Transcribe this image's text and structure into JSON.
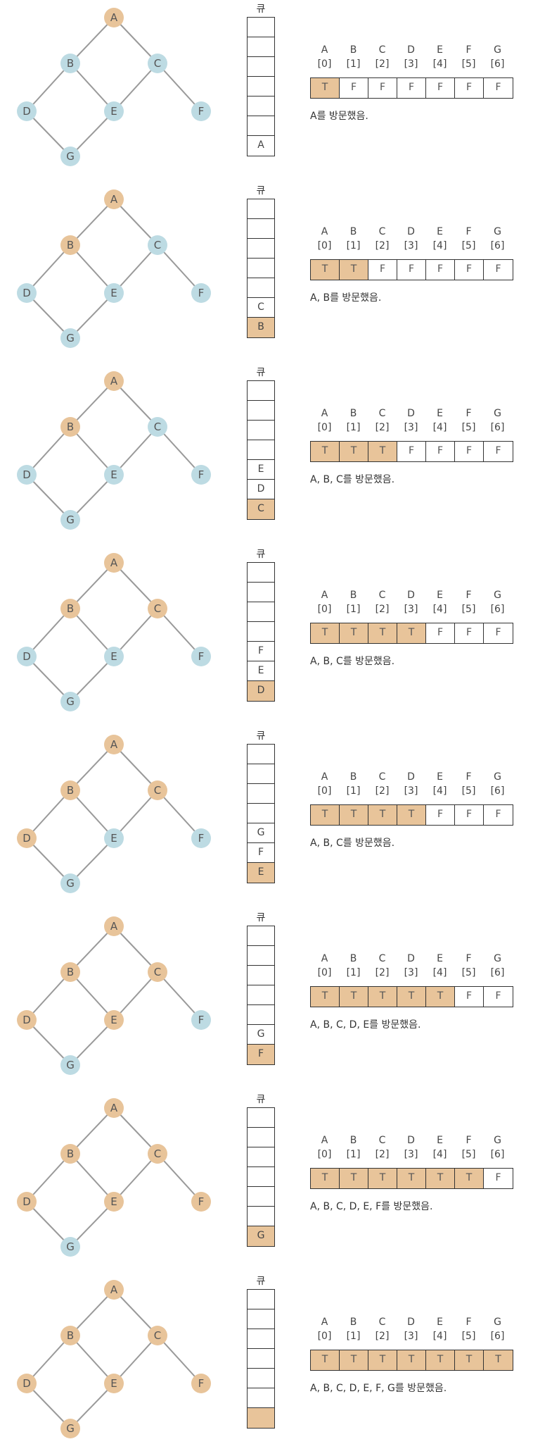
{
  "colors": {
    "visited": "#e8c49a",
    "unvisited": "#bddbe3",
    "edge": "#9a9a9a"
  },
  "graph": {
    "nodes": [
      "A",
      "B",
      "C",
      "D",
      "E",
      "F",
      "G"
    ],
    "edges": [
      [
        "A",
        "B"
      ],
      [
        "A",
        "C"
      ],
      [
        "B",
        "D"
      ],
      [
        "B",
        "E"
      ],
      [
        "C",
        "E"
      ],
      [
        "C",
        "F"
      ],
      [
        "D",
        "G"
      ],
      [
        "E",
        "G"
      ]
    ]
  },
  "queue_title": "큐",
  "array_header": {
    "labels": [
      "A",
      "B",
      "C",
      "D",
      "E",
      "F",
      "G"
    ],
    "indices": [
      "[0]",
      "[1]",
      "[2]",
      "[3]",
      "[4]",
      "[5]",
      "[6]"
    ]
  },
  "steps": [
    {
      "visited_nodes": [
        "A"
      ],
      "queue": [
        "A"
      ],
      "queue_front_filled": false,
      "array": [
        "T",
        "F",
        "F",
        "F",
        "F",
        "F",
        "F"
      ],
      "caption": "A를 방문했음."
    },
    {
      "visited_nodes": [
        "A",
        "B"
      ],
      "queue": [
        "B",
        "C"
      ],
      "queue_front_filled": true,
      "array": [
        "T",
        "T",
        "F",
        "F",
        "F",
        "F",
        "F"
      ],
      "caption": "A, B를 방문했음."
    },
    {
      "visited_nodes": [
        "A",
        "B"
      ],
      "queue": [
        "C",
        "D",
        "E"
      ],
      "queue_front_filled": true,
      "array": [
        "T",
        "T",
        "T",
        "F",
        "F",
        "F",
        "F"
      ],
      "caption": "A, B, C를 방문했음."
    },
    {
      "visited_nodes": [
        "A",
        "B",
        "C"
      ],
      "queue": [
        "D",
        "E",
        "F"
      ],
      "queue_front_filled": true,
      "array": [
        "T",
        "T",
        "T",
        "T",
        "F",
        "F",
        "F"
      ],
      "caption": "A, B, C를 방문했음."
    },
    {
      "visited_nodes": [
        "A",
        "B",
        "C",
        "D"
      ],
      "queue": [
        "E",
        "F",
        "G"
      ],
      "queue_front_filled": true,
      "array": [
        "T",
        "T",
        "T",
        "T",
        "F",
        "F",
        "F"
      ],
      "caption": "A, B, C를 방문했음."
    },
    {
      "visited_nodes": [
        "A",
        "B",
        "C",
        "D",
        "E"
      ],
      "queue": [
        "F",
        "G"
      ],
      "queue_front_filled": true,
      "array": [
        "T",
        "T",
        "T",
        "T",
        "T",
        "F",
        "F"
      ],
      "caption": "A, B, C, D, E를 방문했음."
    },
    {
      "visited_nodes": [
        "A",
        "B",
        "C",
        "D",
        "E",
        "F"
      ],
      "queue": [
        "G"
      ],
      "queue_front_filled": true,
      "array": [
        "T",
        "T",
        "T",
        "T",
        "T",
        "T",
        "F"
      ],
      "caption": "A, B, C, D, E, F를 방문했음."
    },
    {
      "visited_nodes": [
        "A",
        "B",
        "C",
        "D",
        "E",
        "F",
        "G"
      ],
      "queue": [
        ""
      ],
      "queue_front_filled": true,
      "array": [
        "T",
        "T",
        "T",
        "T",
        "T",
        "T",
        "T"
      ],
      "caption": "A, B, C, D, E, F, G를 방문했음."
    }
  ]
}
